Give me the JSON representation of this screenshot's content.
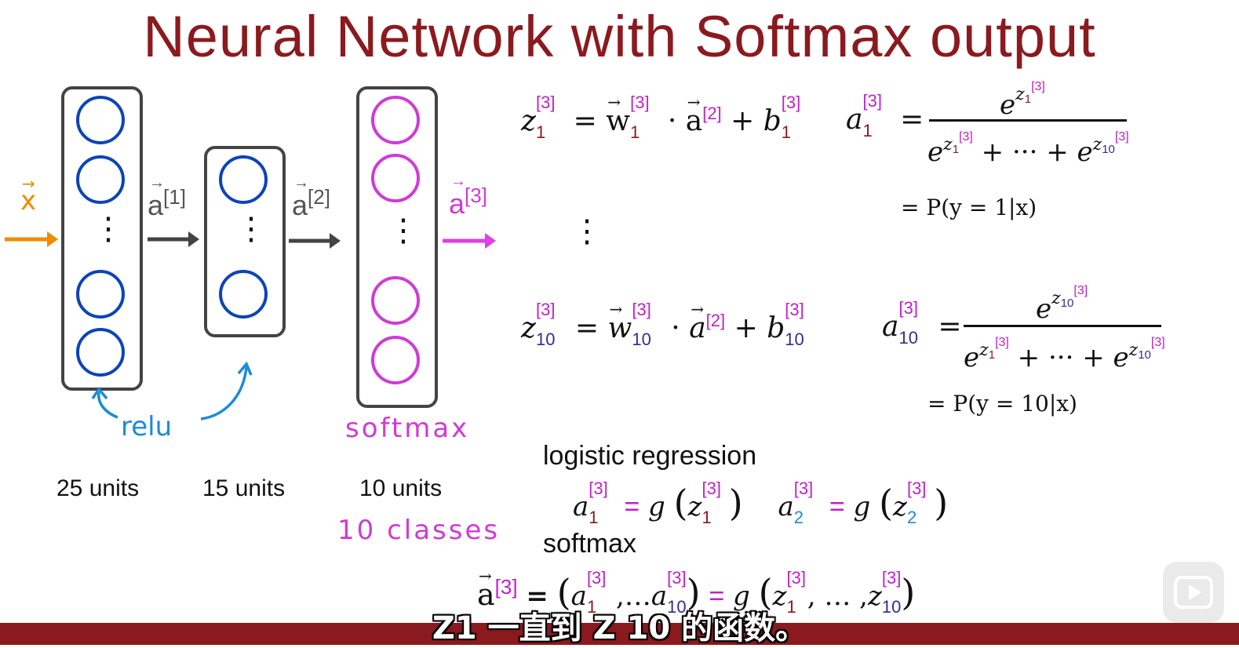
{
  "title": "Neural Network with Softmax output",
  "network": {
    "input_label": "x",
    "a1_label": "a",
    "a1_sup": "[1]",
    "a2_label": "a",
    "a2_sup": "[2]",
    "a3_label": "a",
    "a3_sup": "[3]",
    "layer1_units": "25 units",
    "layer2_units": "15 units",
    "layer3_units": "10 units",
    "relu_label": "relu",
    "softmax_label": "softmax",
    "classes_label": "10 classes"
  },
  "equations": {
    "sup3": "[3]",
    "sup2": "[2]",
    "sub1": "1",
    "sub10": "10",
    "sub2": "2",
    "z": "z",
    "w": "w",
    "a": "a",
    "b": "b",
    "e": "e",
    "g": "g",
    "equals": "=",
    "plus": "+",
    "dot": "·",
    "ellipsis_sum": "+ ··· +",
    "prob1": "= P(y = 1|x)",
    "prob10": "= P(y = 10|x)",
    "vdots": "⋮",
    "logistic_label": "logistic regression",
    "softmax_label": "softmax",
    "comma_dots": ", … ,",
    "dots_a": "…"
  },
  "subtitle": "Z1 一直到 Z 10 的函数。",
  "colors": {
    "title": "#8b1a1f",
    "blue_neuron": "#0d44b8",
    "pink_neuron": "#d13ad6",
    "input_arrow": "#f08c00",
    "handwriting_blue": "#1a8cd8",
    "bar": "#8b1a1f"
  },
  "icons": {
    "play": "play-icon"
  }
}
